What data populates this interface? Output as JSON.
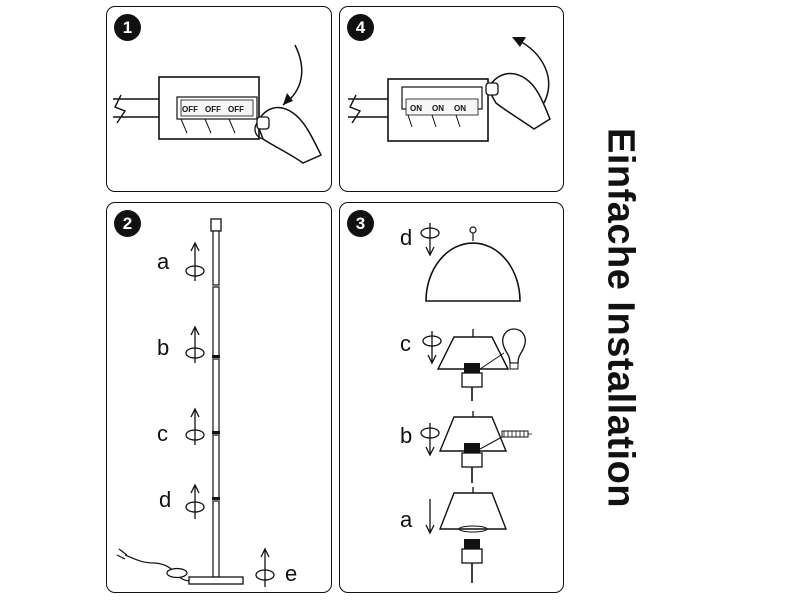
{
  "title": "Einfache Installation",
  "steps": {
    "s1": {
      "number": "1",
      "switch_label": "OFF"
    },
    "s2": {
      "number": "2",
      "labels": [
        "a",
        "b",
        "c",
        "d",
        "e"
      ]
    },
    "s3": {
      "number": "3",
      "labels": [
        "d",
        "c",
        "b",
        "a"
      ]
    },
    "s4": {
      "number": "4",
      "switch_label": "ON"
    }
  }
}
